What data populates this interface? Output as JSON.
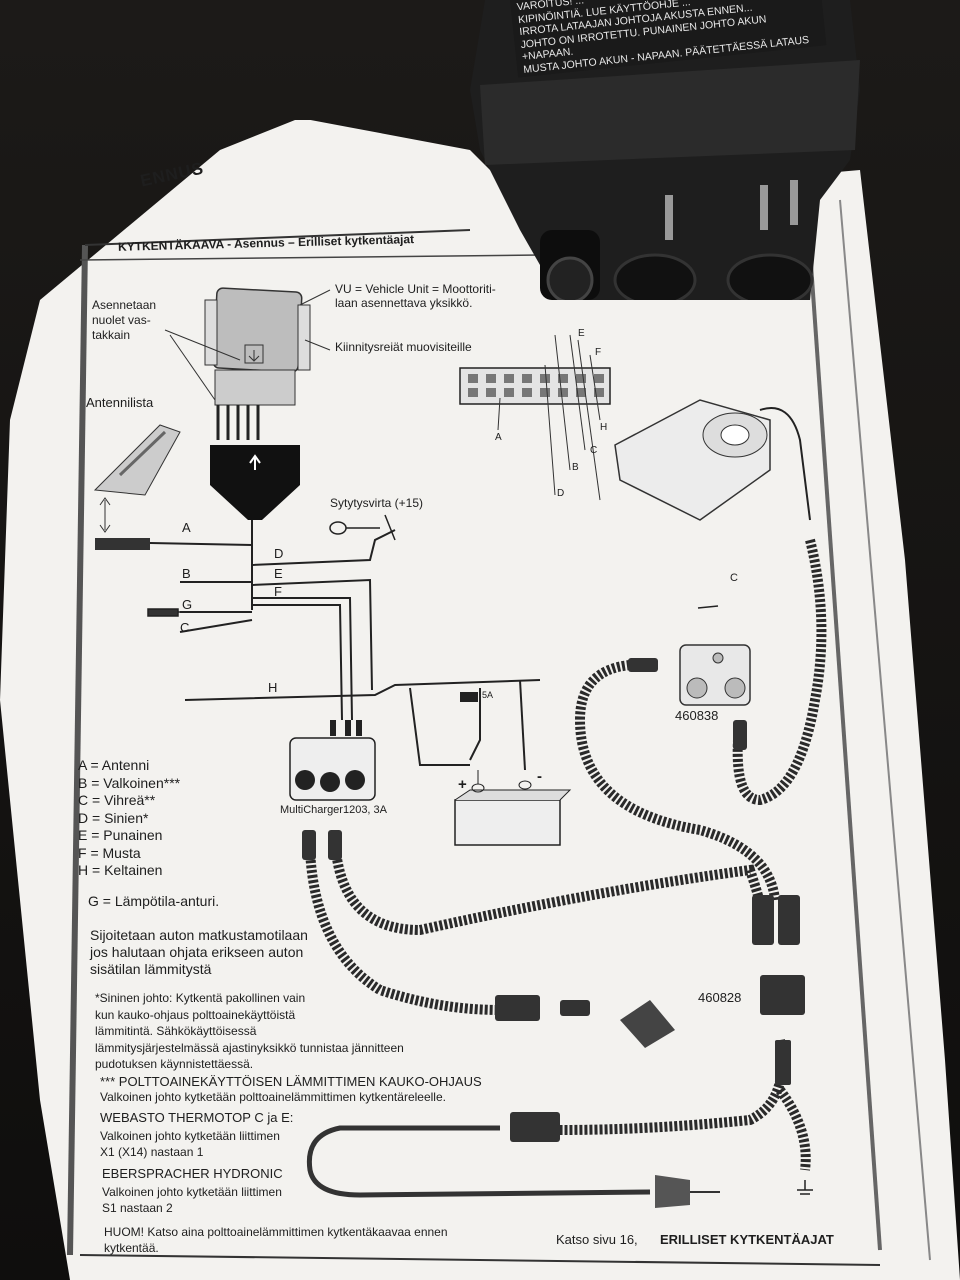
{
  "header": {
    "section_title": "ENNUS",
    "diagram_title": "KYTKENTÄKAAVA - Asennus – Erilliset kytkentäajat"
  },
  "device_warning": "VAROITUS! ...\nKIPINÖINTIÄ. LUE KÄYTTÖOHJE ...\nIRROTA LATAAJAN JOHTOJA AKUSTA ENNEN...\nJOHTO ON IRROTETTU. PUNAINEN JOHTO AKUN +NAPAAN.\nMUSTA JOHTO AKUN - NAPAAN. PÄÄTETTÄESSÄ LATAUS\nIRROTETAAN ENSIN VERKKOJOHTO, SITTEN LATAAJAN\n- JOHTO JA VIIMEKSI +JOHTO.",
  "labels": {
    "asennetaan": "Asennetaan\nnuolet vas-\ntakkain",
    "vu": "VU = Vehicle Unit = Moottoriti-\nlaan asennettava yksikkö.",
    "kiinnitys": "Kiinnitysreiät muovisiteille",
    "antennilista": "Antennilista",
    "sytytysvirta": "Sytytysvirta (+15)",
    "multicharger": "MultiCharger1203, 3A",
    "fuse": "5A",
    "plus": "+",
    "minus": "-",
    "part_460838": "460838",
    "part_460828": "460828"
  },
  "wire_letters": {
    "A": "A",
    "B": "B",
    "C": "C",
    "D": "D",
    "E": "E",
    "F": "F",
    "G": "G",
    "H": "H"
  },
  "connector_letters": [
    "A",
    "B",
    "C",
    "D",
    "E",
    "F",
    "H"
  ],
  "legend": [
    "A = Antenni",
    "B = Valkoinen***",
    "C = Vihreä**",
    "D = Sinien*",
    "E = Punainen",
    "F = Musta",
    "H = Keltainen"
  ],
  "legend_g": "G = Lämpötila-anturi.",
  "notes": {
    "placement": "Sijoitetaan auton matkustamotilaan\njos halutaan ohjata erikseen auton\nsisätilan lämmitystä",
    "blue_wire": "*Sininen johto: Kytkentä pakollinen vain\nkun kauko-ohjaus polttoainekäyttöistä\nlämmitintä. Sähkökäyttöisessä\nlämmitysjärjestelmässä ajastinyksikkö tunnistaa jännitteen\npudotuksen käynnistettäessä.",
    "remote_title": "*** POLTTOAINEKÄYTTÖISEN LÄMMITTIMEN KAUKO-OHJAUS",
    "remote_text": "Valkoinen johto kytketään polttoainelämmittimen kytkentäreleelle.",
    "webasto_title": "WEBASTO THERMOTOP C ja E:",
    "webasto_text": "Valkoinen johto kytketään liittimen\nX1 (X14) nastaan 1",
    "eber_title": "EBERSPRACHER HYDRONIC",
    "eber_text": "Valkoinen johto kytketään liittimen\nS1 nastaan 2",
    "huom": "HUOM! Katso aina polttoainelämmittimen kytkentäkaavaa ennen\nkytkentää."
  },
  "footer": {
    "see_page": "Katso sivu 16,",
    "see_title": "ERILLISET KYTKENTÄAJAT"
  }
}
